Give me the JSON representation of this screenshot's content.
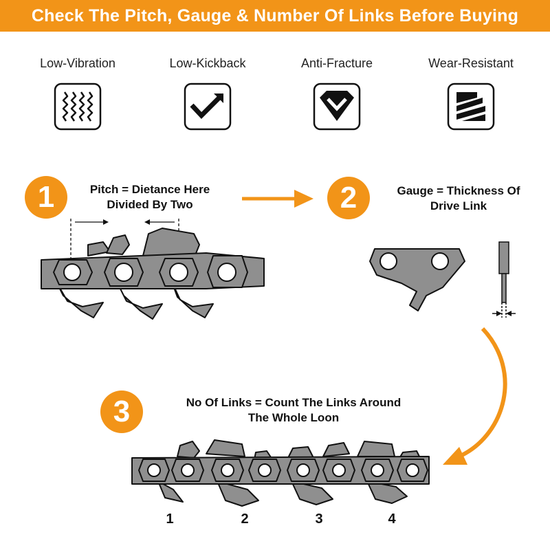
{
  "header": {
    "title": "Check The Pitch, Gauge & Number Of Links Before Buying"
  },
  "features": [
    {
      "label": "Low-Vibration",
      "icon": "wavy-lines-icon"
    },
    {
      "label": "Low-Kickback",
      "icon": "check-arrow-icon"
    },
    {
      "label": "Anti-Fracture",
      "icon": "shield-chevron-icon"
    },
    {
      "label": "Wear-Resistant",
      "icon": "diagonal-stripes-icon"
    }
  ],
  "steps": [
    {
      "number": "1",
      "line1": "Pitch = Dietance Here",
      "line2": "Divided By Two"
    },
    {
      "number": "2",
      "line1": "Gauge = Thickness Of",
      "line2": "Drive Link"
    },
    {
      "number": "3",
      "line1": "No Of Links = Count The Links Around",
      "line2": "The Whole Loon"
    }
  ],
  "link_numbers": [
    "1",
    "2",
    "3",
    "4"
  ],
  "colors": {
    "accent": "#f29418",
    "chain": "#8f8f8f",
    "outline": "#111111"
  }
}
